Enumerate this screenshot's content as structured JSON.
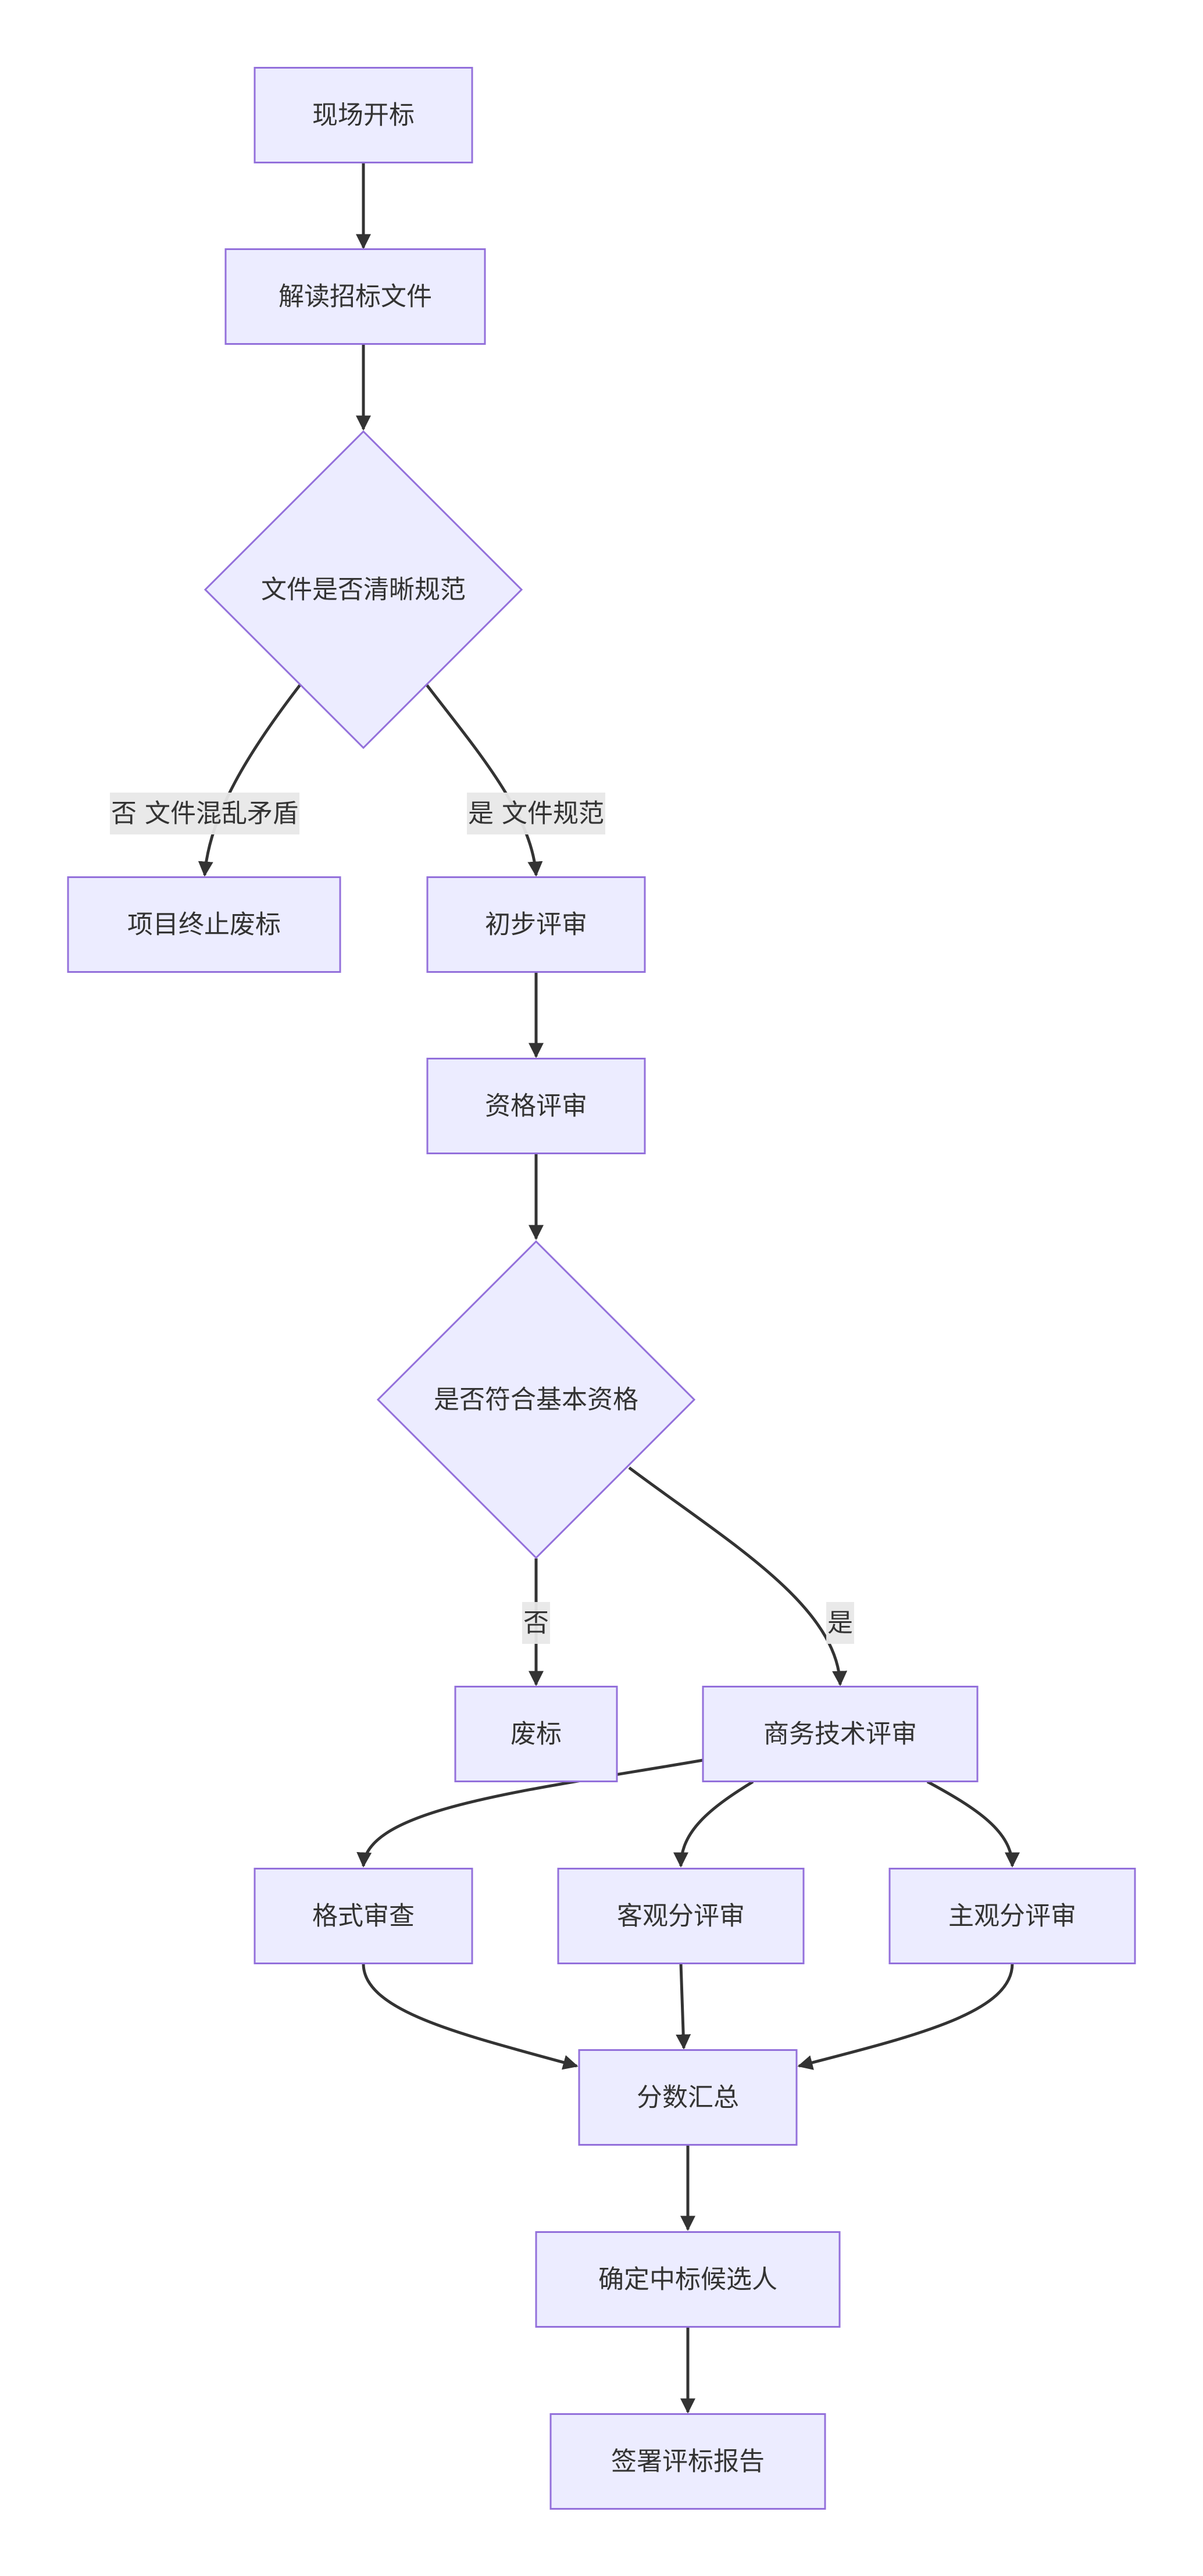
{
  "diagram": {
    "type": "flowchart",
    "direction": "top-down",
    "colors": {
      "node_fill": "#ECECFF",
      "node_stroke": "#9370DB",
      "edge": "#333333",
      "edge_label_bg": "#E8E8E8",
      "text": "#333333",
      "background": "#FFFFFF"
    },
    "nodes": [
      {
        "id": "A",
        "label": "现场开标",
        "shape": "rect"
      },
      {
        "id": "B",
        "label": "解读招标文件",
        "shape": "rect"
      },
      {
        "id": "C",
        "label": "文件是否清晰规范",
        "shape": "diamond"
      },
      {
        "id": "D",
        "label": "项目终止废标",
        "shape": "rect"
      },
      {
        "id": "E",
        "label": "初步评审",
        "shape": "rect"
      },
      {
        "id": "F",
        "label": "资格评审",
        "shape": "rect"
      },
      {
        "id": "G",
        "label": "是否符合基本资格",
        "shape": "diamond"
      },
      {
        "id": "H",
        "label": "废标",
        "shape": "rect"
      },
      {
        "id": "I",
        "label": "商务技术评审",
        "shape": "rect"
      },
      {
        "id": "J",
        "label": "格式审查",
        "shape": "rect"
      },
      {
        "id": "K",
        "label": "客观分评审",
        "shape": "rect"
      },
      {
        "id": "L",
        "label": "主观分评审",
        "shape": "rect"
      },
      {
        "id": "M",
        "label": "分数汇总",
        "shape": "rect"
      },
      {
        "id": "N",
        "label": "确定中标候选人",
        "shape": "rect"
      },
      {
        "id": "O",
        "label": "签署评标报告",
        "shape": "rect"
      }
    ],
    "edges": [
      {
        "from": "A",
        "to": "B",
        "label": ""
      },
      {
        "from": "B",
        "to": "C",
        "label": ""
      },
      {
        "from": "C",
        "to": "D",
        "label": "否 文件混乱矛盾"
      },
      {
        "from": "C",
        "to": "E",
        "label": "是 文件规范"
      },
      {
        "from": "E",
        "to": "F",
        "label": ""
      },
      {
        "from": "F",
        "to": "G",
        "label": ""
      },
      {
        "from": "G",
        "to": "H",
        "label": "否"
      },
      {
        "from": "G",
        "to": "I",
        "label": "是"
      },
      {
        "from": "I",
        "to": "J",
        "label": ""
      },
      {
        "from": "I",
        "to": "K",
        "label": ""
      },
      {
        "from": "I",
        "to": "L",
        "label": ""
      },
      {
        "from": "J",
        "to": "M",
        "label": ""
      },
      {
        "from": "K",
        "to": "M",
        "label": ""
      },
      {
        "from": "L",
        "to": "M",
        "label": ""
      },
      {
        "from": "M",
        "to": "N",
        "label": ""
      },
      {
        "from": "N",
        "to": "O",
        "label": ""
      }
    ]
  }
}
